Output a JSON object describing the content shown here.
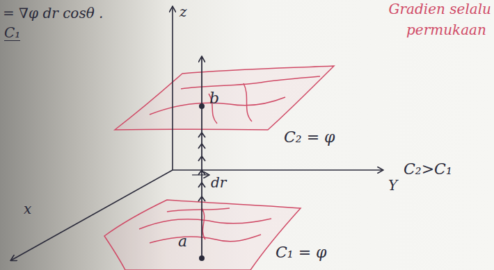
{
  "diagram": {
    "labels": [
      "= ∇φ dr cosθ .",
      "z",
      "C₁",
      "Gradien selalu",
      "permukaan",
      "b",
      "C₂ = φ",
      "C₂>C₁",
      "dr",
      "Y",
      "x",
      "a",
      "C₁ = φ"
    ]
  }
}
